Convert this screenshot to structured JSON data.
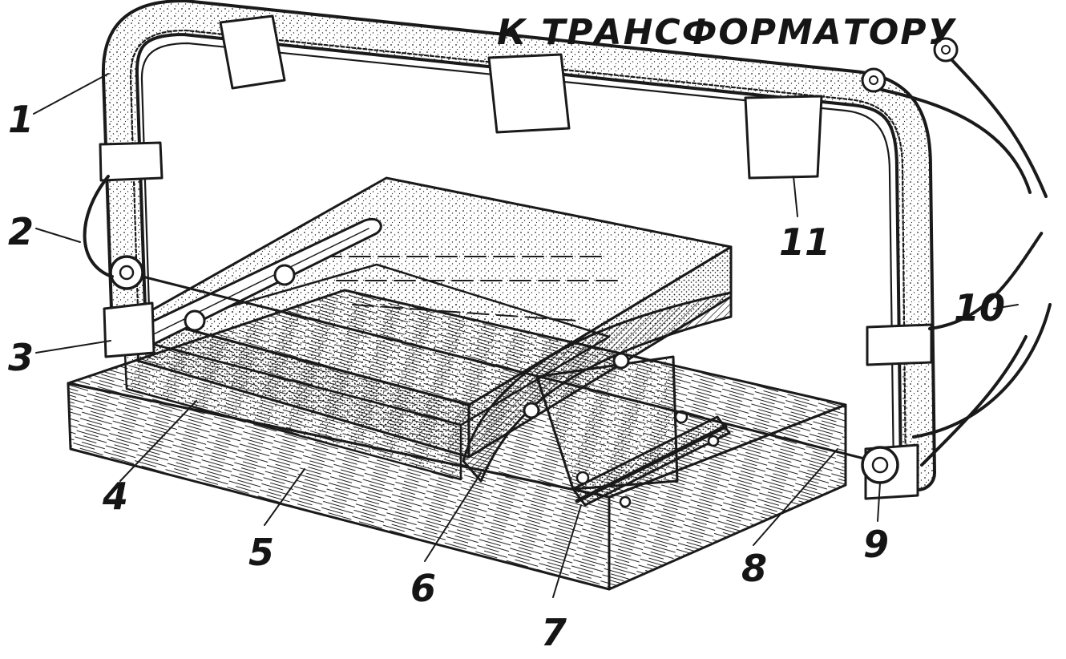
{
  "header": {
    "text": "К ТРАНСФОРМАТОРУ"
  },
  "labels": [
    {
      "id": "1",
      "text": "1"
    },
    {
      "id": "2",
      "text": "2"
    },
    {
      "id": "3",
      "text": "3"
    },
    {
      "id": "4",
      "text": "4"
    },
    {
      "id": "5",
      "text": "5"
    },
    {
      "id": "6",
      "text": "6"
    },
    {
      "id": "7",
      "text": "7"
    },
    {
      "id": "8",
      "text": "8"
    },
    {
      "id": "9",
      "text": "9"
    },
    {
      "id": "10",
      "text": "10"
    },
    {
      "id": "11",
      "text": "11"
    }
  ],
  "colors": {
    "ink": "#1a1a1a",
    "paper": "#ffffff",
    "shade": "#9a9a9a"
  }
}
